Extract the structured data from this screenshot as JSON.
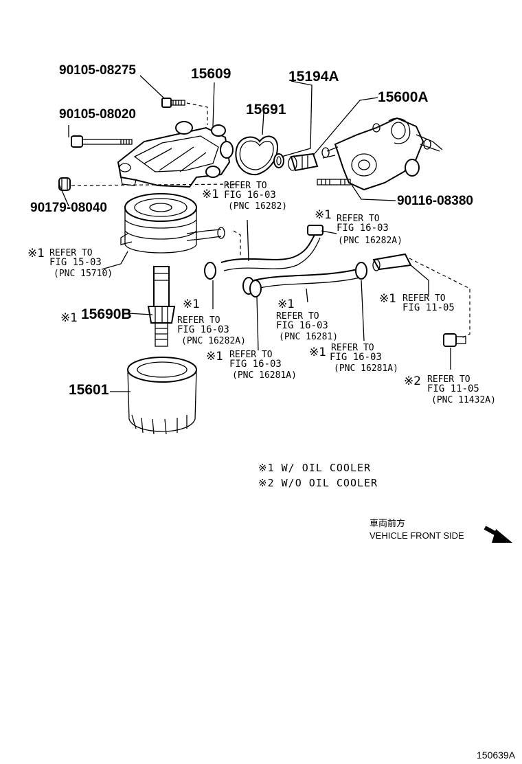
{
  "diagram_code": "150639A",
  "parts": {
    "bolt_08275": "90105-08275",
    "bracket_15609": "15609",
    "oring_15194a": "15194A",
    "cooler_15600a": "15600A",
    "gasket_15691": "15691",
    "bolt_08020": "90105-08020",
    "stud_08380": "90116-08380",
    "plug_08040": "90179-08040",
    "union_15690b": "15690B",
    "filter_15601": "15601"
  },
  "references": [
    {
      "id": "ref-fig-16-03-16282",
      "mark": "※1",
      "line1": "REFER TO",
      "line2": "FIG 16-03",
      "line3": "(PNC 16282)"
    },
    {
      "id": "ref-fig-16-03-16282a-top",
      "mark": "※1",
      "line1": "REFER TO",
      "line2": "FIG 16-03",
      "line3": "(PNC 16282A)"
    },
    {
      "id": "ref-fig-15-03",
      "mark": "※1",
      "line1": "REFER TO",
      "line2": "FIG 15-03",
      "line3": "(PNC 15710)"
    },
    {
      "id": "ref-fig-11-05-a",
      "mark": "※1",
      "line1": "REFER TO",
      "line2": "FIG 11-05",
      "line3": ""
    },
    {
      "id": "ref-fig-16-03-16282a-left",
      "mark": "※1",
      "line1": "REFER TO",
      "line2": "FIG 16-03",
      "line3": "(PNC 16282A)"
    },
    {
      "id": "ref-fig-16-03-16281",
      "mark": "※1",
      "line1": "REFER TO",
      "line2": "FIG 16-03",
      "line3": "(PNC 16281)"
    },
    {
      "id": "ref-fig-16-03-16281a-left",
      "mark": "※1",
      "line1": "REFER TO",
      "line2": "FIG 16-03",
      "line3": "(PNC 16281A)"
    },
    {
      "id": "ref-fig-16-03-16281a-right",
      "mark": "※1",
      "line1": "REFER TO",
      "line2": "FIG 16-03",
      "line3": "(PNC 16281A)"
    },
    {
      "id": "ref-fig-11-05-b",
      "mark": "※2",
      "line1": "REFER TO",
      "line2": "FIG 11-05",
      "line3": "(PNC 11432A)"
    }
  ],
  "union_mark": "※1",
  "legend": {
    "note1": "※1 W/ OIL COOLER",
    "note2": "※2 W/O OIL COOLER"
  },
  "front": {
    "japanese": "車両前方",
    "english": "VEHICLE FRONT SIDE"
  }
}
